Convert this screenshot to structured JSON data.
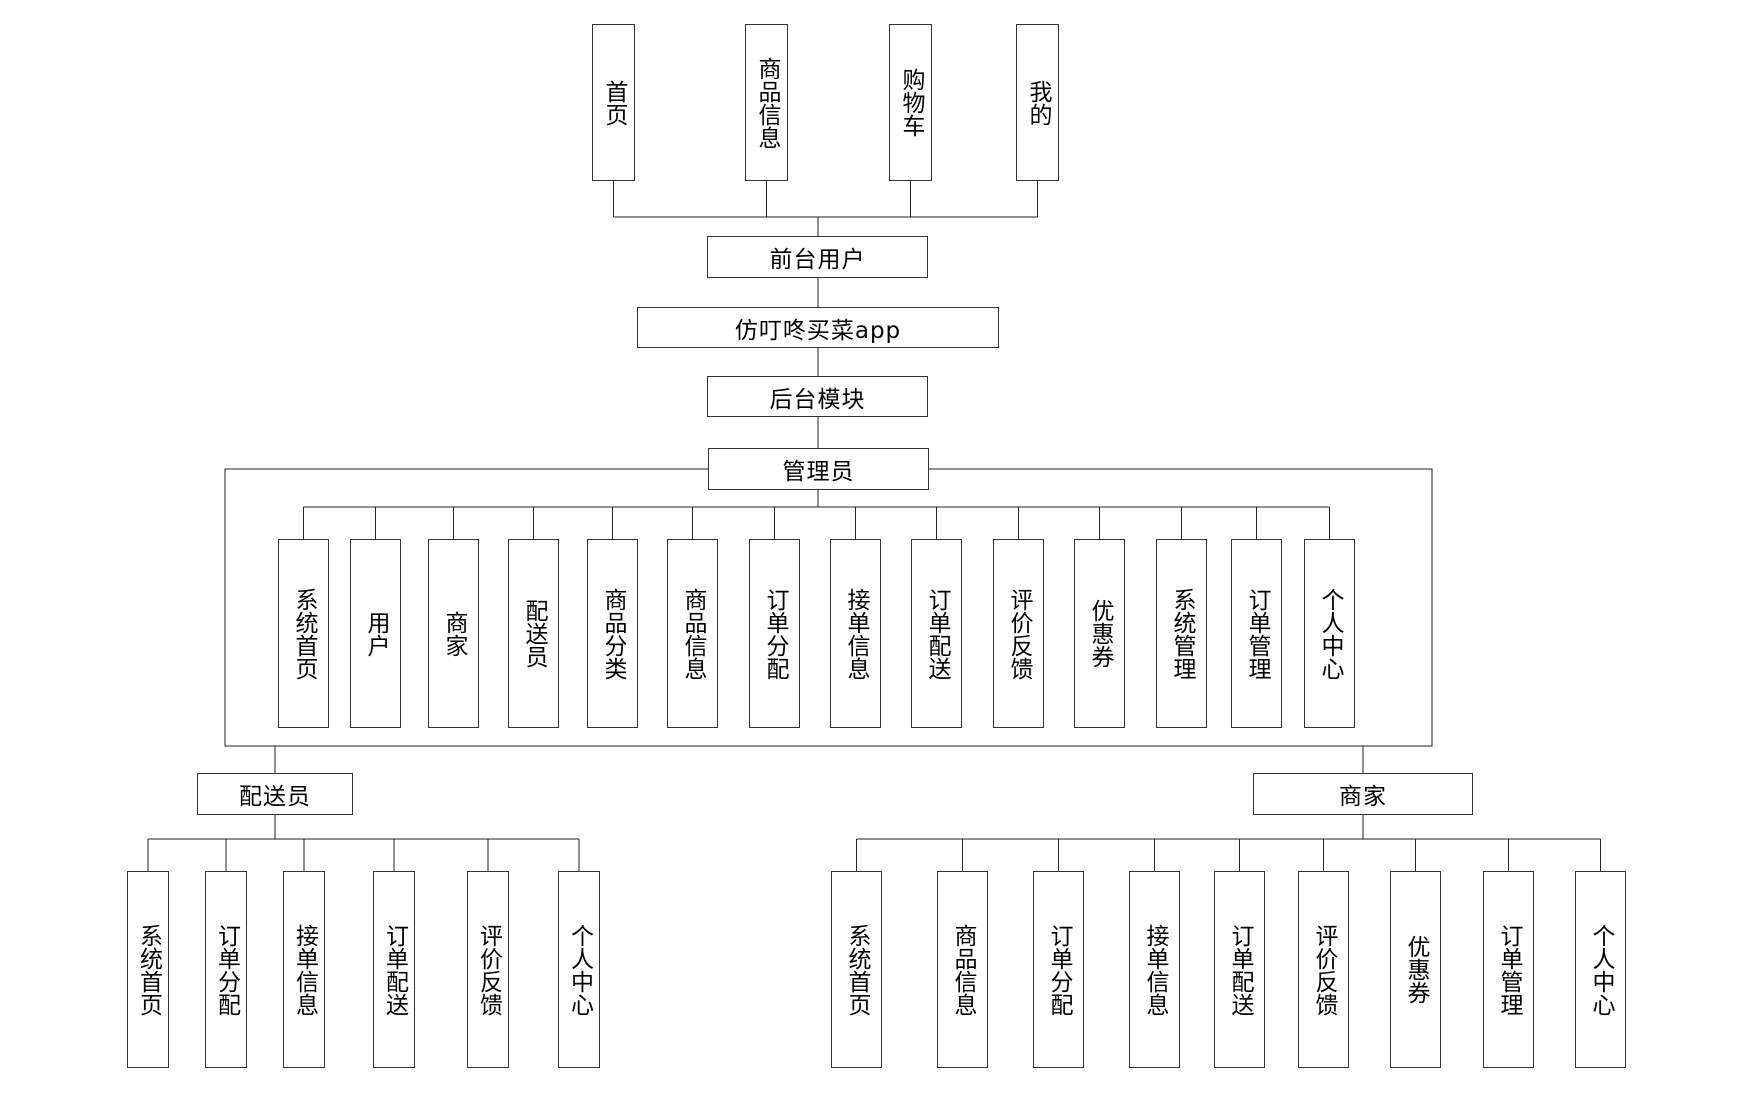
{
  "diagram": {
    "title": "仿叮咚买菜app",
    "frontend": {
      "label": "前台用户",
      "modules": [
        "首页",
        "商品信息",
        "购物车",
        "我的"
      ]
    },
    "backend": {
      "label": "后台模块"
    },
    "admin": {
      "label": "管理员",
      "modules": [
        "系统首页",
        "用户",
        "商家",
        "配送员",
        "商品分类",
        "商品信息",
        "订单分配",
        "接单信息",
        "订单配送",
        "评价反馈",
        "优惠券",
        "系统管理",
        "订单管理",
        "个人中心"
      ]
    },
    "courier": {
      "label": "配送员",
      "modules": [
        "系统首页",
        "订单分配",
        "接单信息",
        "订单配送",
        "评价反馈",
        "个人中心"
      ]
    },
    "merchant": {
      "label": "商家",
      "modules": [
        "系统首页",
        "商品信息",
        "订单分配",
        "接单信息",
        "订单配送",
        "评价反馈",
        "优惠券",
        "订单管理",
        "个人中心"
      ]
    }
  }
}
